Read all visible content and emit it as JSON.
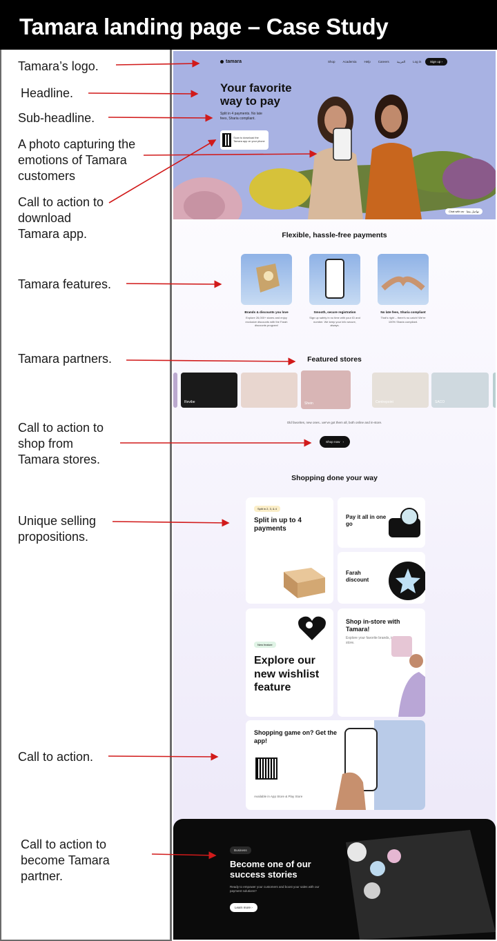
{
  "title": "Tamara landing page – Case Study",
  "annotations": [
    "Tamara’s logo.",
    "Headline.",
    "Sub-headline.",
    "A photo capturing the emotions of Tamara customers",
    "Call to action to download Tamara app.",
    "Tamara features.",
    "Tamara partners.",
    "Call to action to shop from Tamara stores.",
    "Unique selling propositions.",
    "Call to action.",
    "Call to action to become Tamara partner."
  ],
  "hero": {
    "logo": "tamara",
    "nav": [
      "Shop",
      "Academia",
      "Help",
      "Careers",
      "العربية",
      "Log in"
    ],
    "signup": "Sign up",
    "headline": "Your favorite way to pay",
    "subheadline": "Split in 4 payments. No late fees, Sharia compliant.",
    "qr_text": "Scan to download the Tamara app on your phone",
    "chat": "Chat with us · تواصل معنا"
  },
  "features": {
    "title": "Flexible, hassle-free payments",
    "items": [
      {
        "title": "Brands & discounts you love",
        "text": "Explore 26,000+ stores and enjoy exclusive discounts with the Farah discounts program!"
      },
      {
        "title": "Smooth, secure registration",
        "text": "Sign up safely in no time with your ID and number. We keep your info secure, always."
      },
      {
        "title": "No late fees, Sharia compliant",
        "text": "That’s right – there’s no catch! We’re 100% Sharia compliant."
      }
    ]
  },
  "stores": {
    "title": "Featured stores",
    "items": [
      "Revibe",
      "",
      "Shein",
      "Centrepoint",
      "SACO"
    ],
    "caption": "Old favorites, new ones...we’ve got them all, both online and in-store.",
    "cta": "Shop now"
  },
  "usp": {
    "title": "Shopping done your way",
    "split_pill": "Split in 2, 3, & 4",
    "split_title": "Split in up to 4 payments",
    "payall": "Pay it all in one go",
    "farah": "Farah discount",
    "wish_pill": "New feature",
    "wish_title": "Explore our new wishlist feature",
    "instore_title": "Shop in-store with Tamara!",
    "instore_text": "Explore your favorite brands, in-store.",
    "app_title": "Shopping game on? Get the app!",
    "app_text": "Available in App Store & Play Store"
  },
  "business": {
    "pill": "Business",
    "title": "Become one of our success stories",
    "text": "Ready to empower your customers and boost your sales with our payment solutions?",
    "cta": "Learn more"
  },
  "colors": {
    "hero_bg": "#a8b2e3",
    "arrow": "#d11a1a",
    "dark": "#0b0b0b"
  }
}
